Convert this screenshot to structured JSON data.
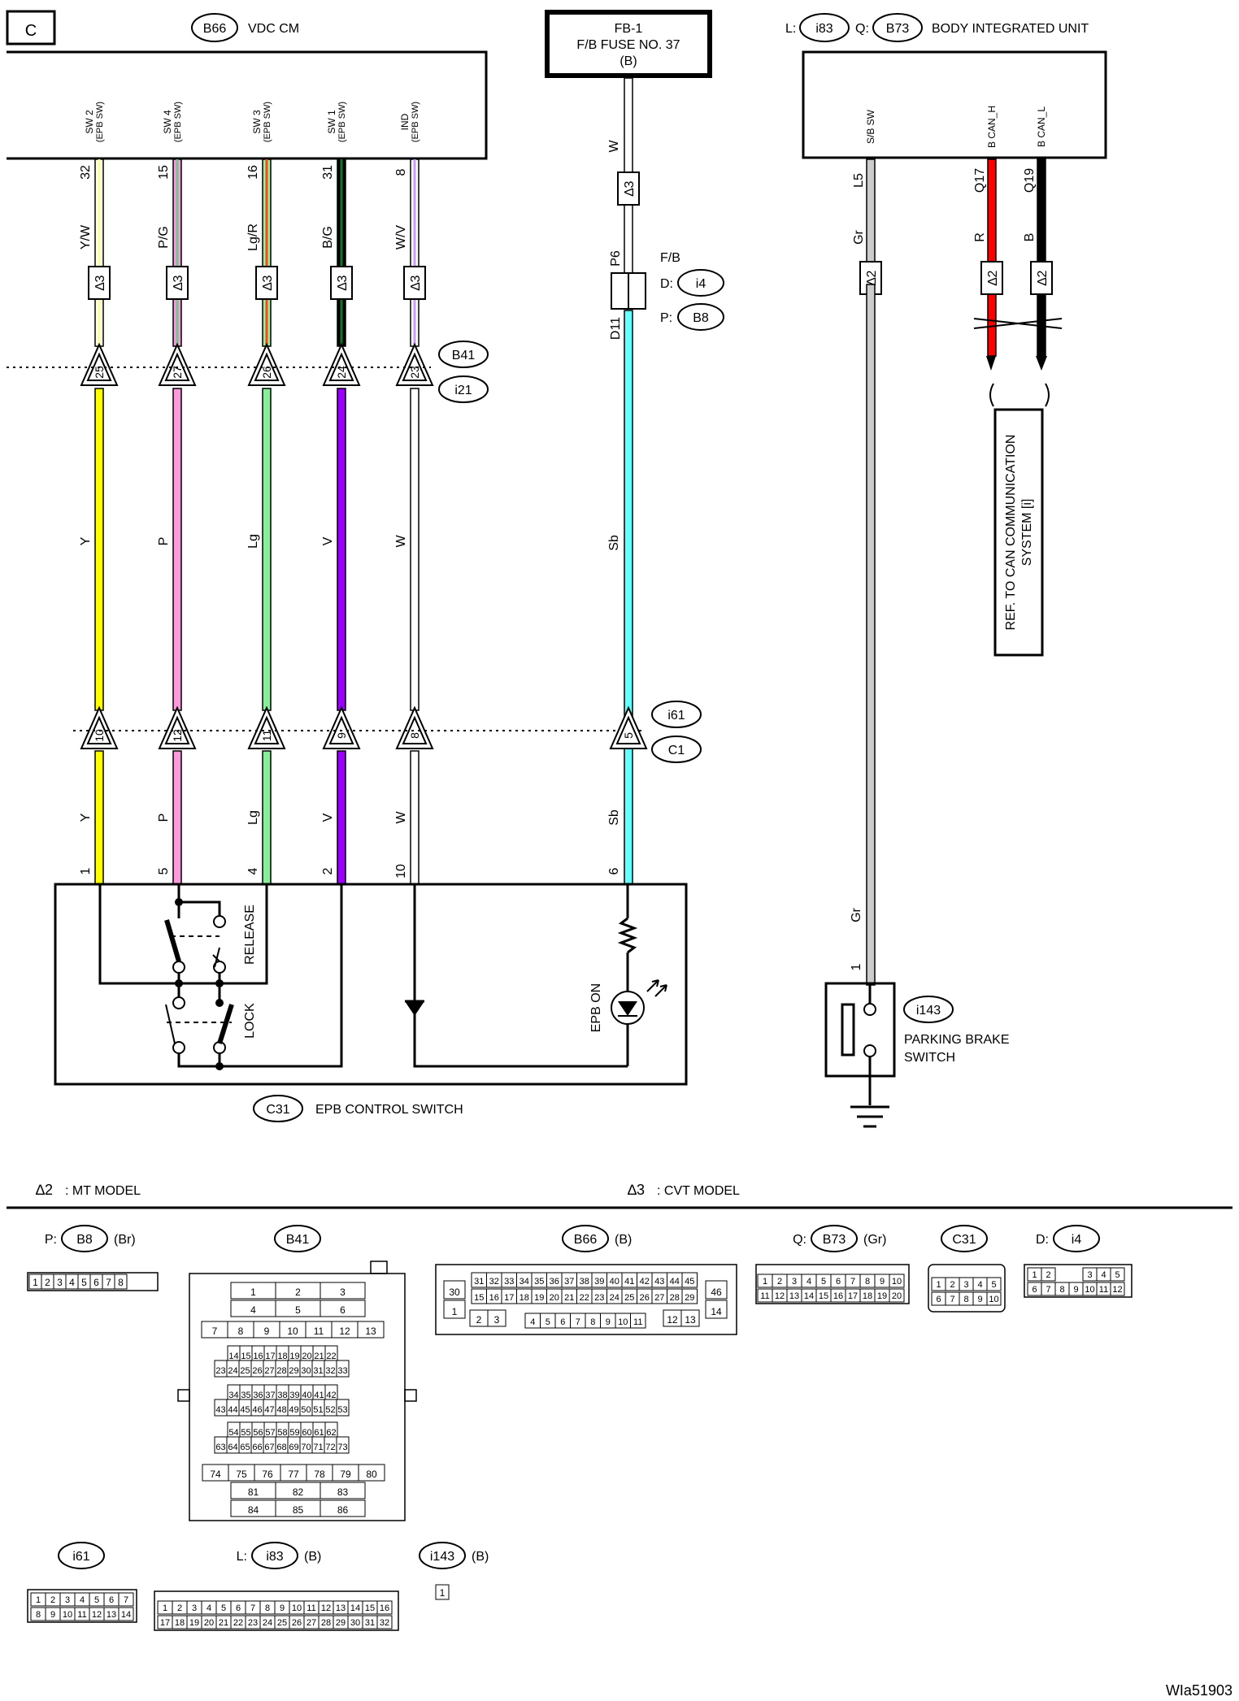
{
  "page_label": "C",
  "doc_id": "WIa51903",
  "vdc": {
    "conn": "B66",
    "title": "VDC CM",
    "pins": [
      {
        "label1": "SW 2",
        "label2": "(EPB SW)",
        "pin": "32",
        "color_top": "Y/W",
        "color_mid": "Y",
        "color_bot": "Y",
        "jb41": "25",
        "ji61": "10",
        "sw_pin": "1",
        "hex": "#ffff00"
      },
      {
        "label1": "SW 4",
        "label2": "(EPB SW)",
        "pin": "15",
        "color_top": "P/G",
        "color_mid": "P",
        "color_bot": "P",
        "jb41": "27",
        "ji61": "12",
        "sw_pin": "5",
        "hex": "#ff99dd"
      },
      {
        "label1": "SW 3",
        "label2": "(EPB SW)",
        "pin": "16",
        "color_top": "Lg/R",
        "color_mid": "Lg",
        "color_bot": "Lg",
        "jb41": "26",
        "ji61": "11",
        "sw_pin": "4",
        "hex": "#88ee99"
      },
      {
        "label1": "SW 1",
        "label2": "(EPB SW)",
        "pin": "31",
        "color_top": "B/G",
        "color_mid": "V",
        "color_bot": "V",
        "jb41": "24",
        "ji61": "9",
        "sw_pin": "2",
        "hex": "#9900ff"
      },
      {
        "label1": "IND",
        "label2": "(EPB SW)",
        "pin": "8",
        "color_top": "W/V",
        "color_mid": "W",
        "color_bot": "W",
        "jb41": "23",
        "ji61": "8",
        "sw_pin": "10",
        "hex": "#ffffff"
      }
    ]
  },
  "star3": "∆3",
  "star2": "∆2",
  "fuse": {
    "line1": "FB-1",
    "line2": "F/B FUSE NO. 37",
    "line3": "(B)",
    "wire_top": "W",
    "p6": "P6",
    "d11": "D11",
    "fb": "F/B",
    "d_label": "D:",
    "d_conn": "i4",
    "p_label": "P:",
    "p_conn": "B8",
    "wire_mid": "Sb",
    "wire_bot": "Sb",
    "ji61": "5",
    "sw_pin": "6"
  },
  "joints": {
    "b41": "B41",
    "i21": "i21",
    "i61": "i61",
    "c1": "C1"
  },
  "switch": {
    "conn": "C31",
    "title": "EPB CONTROL SWITCH",
    "release": "RELEASE",
    "lock": "LOCK",
    "epb_on": "EPB ON"
  },
  "biu": {
    "l_label": "L:",
    "l_conn": "i83",
    "q_label": "Q:",
    "q_conn": "B73",
    "title": "BODY INTEGRATED UNIT",
    "pins": [
      {
        "label": "S/B SW",
        "pin": "L5",
        "color": "Gr"
      },
      {
        "label": "B CAN_H",
        "pin": "Q17",
        "color": "R"
      },
      {
        "label": "B CAN_L",
        "pin": "Q19",
        "color": "B"
      }
    ],
    "ref_line1": "REF. TO CAN COMMUNICATION",
    "ref_line2": "SYSTEM [i]"
  },
  "pbs": {
    "conn": "i143",
    "line1": "PARKING BRAKE",
    "line2": "SWITCH",
    "wire": "Gr",
    "pin": "1"
  },
  "legend": {
    "n2": "∆2",
    "d2": ": MT MODEL",
    "n3": "∆3",
    "d3": ": CVT MODEL"
  },
  "connectors": {
    "p_b8": {
      "prefix": "P:",
      "name": "B8",
      "suffix": "(Br)",
      "cells": [
        "1",
        "2",
        "3",
        "4",
        "5",
        "6",
        "7",
        "8"
      ]
    },
    "b41": {
      "name": "B41",
      "rows": [
        [
          "1",
          "2",
          "3"
        ],
        [
          "4",
          "5",
          "6"
        ],
        [
          "7",
          "8",
          "9",
          "10",
          "11",
          "12",
          "13"
        ],
        [
          "14",
          "15",
          "16",
          "17",
          "18",
          "19",
          "20",
          "21",
          "22"
        ],
        [
          "23",
          "24",
          "25",
          "26",
          "27",
          "28",
          "29",
          "30",
          "31",
          "32",
          "33"
        ],
        [
          "34",
          "35",
          "36",
          "37",
          "38",
          "39",
          "40",
          "41",
          "42"
        ],
        [
          "43",
          "44",
          "45",
          "46",
          "47",
          "48",
          "49",
          "50",
          "51",
          "52",
          "53"
        ],
        [
          "54",
          "55",
          "56",
          "57",
          "58",
          "59",
          "60",
          "61",
          "62"
        ],
        [
          "63",
          "64",
          "65",
          "66",
          "67",
          "68",
          "69",
          "70",
          "71",
          "72",
          "73"
        ],
        [
          "74",
          "75",
          "76",
          "77",
          "78",
          "79",
          "80"
        ],
        [
          "81",
          "82",
          "83"
        ],
        [
          "84",
          "85",
          "86"
        ]
      ]
    },
    "b66": {
      "name": "B66",
      "suffix": "(B)",
      "row1": [
        "31",
        "32",
        "33",
        "34",
        "35",
        "36",
        "37",
        "38",
        "39",
        "40",
        "41",
        "42",
        "43",
        "44",
        "45"
      ],
      "row2": [
        "15",
        "16",
        "17",
        "18",
        "19",
        "20",
        "21",
        "22",
        "23",
        "24",
        "25",
        "26",
        "27",
        "28",
        "29"
      ],
      "row3": [
        "4",
        "5",
        "6",
        "7",
        "8",
        "9",
        "10",
        "11"
      ],
      "left": [
        "30",
        "1",
        "2",
        "3"
      ],
      "right": [
        "46",
        "14",
        "12",
        "13"
      ]
    },
    "q_b73": {
      "prefix": "Q:",
      "name": "B73",
      "suffix": "(Gr)",
      "row1": [
        "1",
        "2",
        "3",
        "4",
        "5",
        "6",
        "7",
        "8",
        "9",
        "10"
      ],
      "row2": [
        "11",
        "12",
        "13",
        "14",
        "15",
        "16",
        "17",
        "18",
        "19",
        "20"
      ]
    },
    "c31": {
      "name": "C31",
      "row1": [
        "1",
        "2",
        "3",
        "4",
        "5"
      ],
      "row2": [
        "6",
        "7",
        "8",
        "9",
        "10"
      ]
    },
    "d_i4": {
      "prefix": "D:",
      "name": "i4",
      "row1": [
        "1",
        "2",
        "3",
        "4",
        "5"
      ],
      "row2": [
        "6",
        "7",
        "8",
        "9",
        "10",
        "11",
        "12"
      ]
    },
    "i61": {
      "name": "i61",
      "row1": [
        "1",
        "2",
        "3",
        "4",
        "5",
        "6",
        "7"
      ],
      "row2": [
        "8",
        "9",
        "10",
        "11",
        "12",
        "13",
        "14"
      ]
    },
    "l_i83": {
      "prefix": "L:",
      "name": "i83",
      "suffix": "(B)",
      "row1": [
        "1",
        "2",
        "3",
        "4",
        "5",
        "6",
        "7",
        "8",
        "9",
        "10",
        "11",
        "12",
        "13",
        "14",
        "15",
        "16"
      ],
      "row2": [
        "17",
        "18",
        "19",
        "20",
        "21",
        "22",
        "23",
        "24",
        "25",
        "26",
        "27",
        "28",
        "29",
        "30",
        "31",
        "32"
      ]
    },
    "i143": {
      "name": "i143",
      "suffix": "(B)",
      "cells": [
        "1"
      ]
    }
  }
}
